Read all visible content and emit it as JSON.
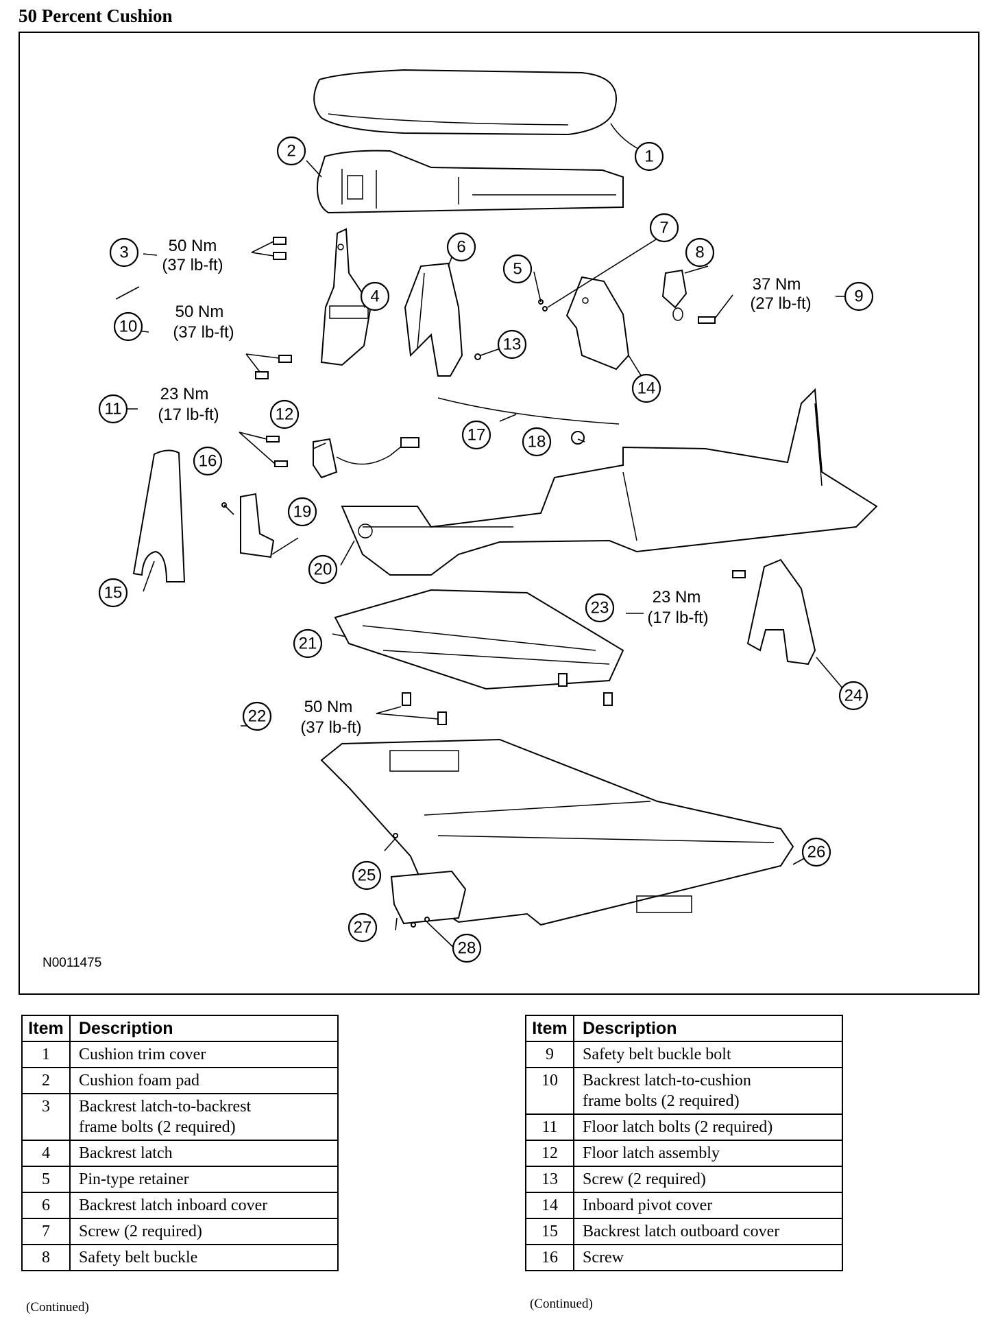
{
  "page_title": "50 Percent Cushion",
  "figure_id": "N0011475",
  "torque_specs": [
    {
      "item": "3",
      "nm": "50 Nm",
      "lbft": "(37 lb-ft)"
    },
    {
      "item": "9",
      "nm": "37 Nm",
      "lbft": "(27 lb-ft)"
    },
    {
      "item": "10",
      "nm": "50 Nm",
      "lbft": "(37 lb-ft)"
    },
    {
      "item": "11",
      "nm": "23 Nm",
      "lbft": "(17 lb-ft)"
    },
    {
      "item": "23",
      "nm": "23 Nm",
      "lbft": "(17 lb-ft)"
    },
    {
      "item": "22",
      "nm": "50 Nm",
      "lbft": "(37 lb-ft)"
    }
  ],
  "table_headers": {
    "item": "Item",
    "description": "Description"
  },
  "table_left": [
    {
      "item": "1",
      "lines": [
        "Cushion trim cover"
      ]
    },
    {
      "item": "2",
      "lines": [
        "Cushion foam pad"
      ]
    },
    {
      "item": "3",
      "lines": [
        "Backrest latch-to-backrest",
        "frame bolts (2 required)"
      ]
    },
    {
      "item": "4",
      "lines": [
        "Backrest latch"
      ]
    },
    {
      "item": "5",
      "lines": [
        "Pin-type retainer"
      ]
    },
    {
      "item": "6",
      "lines": [
        "Backrest latch inboard cover"
      ]
    },
    {
      "item": "7",
      "lines": [
        "Screw (2 required)"
      ]
    },
    {
      "item": "8",
      "lines": [
        "Safety belt buckle"
      ]
    }
  ],
  "table_right": [
    {
      "item": "9",
      "lines": [
        "Safety belt buckle bolt"
      ]
    },
    {
      "item": "10",
      "lines": [
        "Backrest latch-to-cushion",
        "frame bolts (2 required)"
      ]
    },
    {
      "item": "11",
      "lines": [
        "Floor latch bolts (2 required)"
      ]
    },
    {
      "item": "12",
      "lines": [
        "Floor latch assembly"
      ]
    },
    {
      "item": "13",
      "lines": [
        "Screw (2 required)"
      ]
    },
    {
      "item": "14",
      "lines": [
        "Inboard pivot cover"
      ]
    },
    {
      "item": "15",
      "lines": [
        "Backrest latch outboard cover"
      ]
    },
    {
      "item": "16",
      "lines": [
        "Screw"
      ]
    }
  ],
  "continued_left": "(Continued)",
  "continued_right": "(Continued)"
}
